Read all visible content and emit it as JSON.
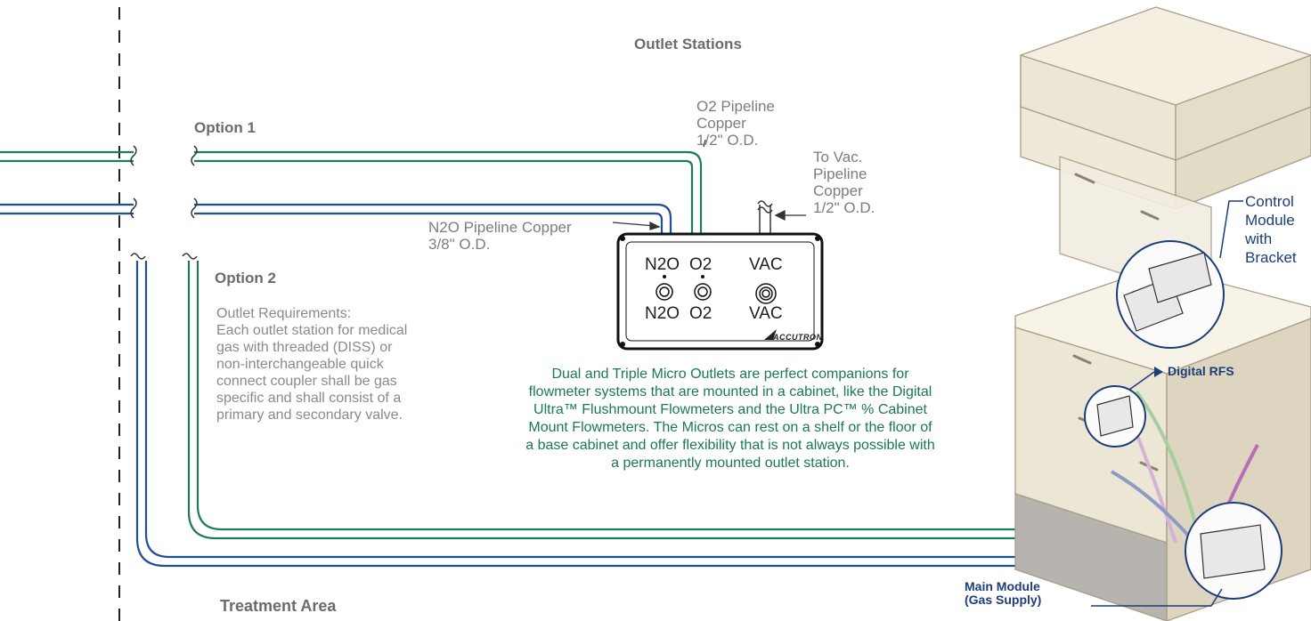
{
  "headings": {
    "outlet_stations": "Outlet Stations",
    "option1": "Option 1",
    "option2": "Option 2",
    "treatment_area": "Treatment Area"
  },
  "pipelines": {
    "o2": [
      "O2 Pipeline",
      "Copper",
      "1/2\" O.D."
    ],
    "vac": [
      "To Vac.",
      "Pipeline",
      "Copper",
      "1/2\" O.D."
    ],
    "n2o": [
      "N2O Pipeline Copper",
      "3/8\" O.D."
    ]
  },
  "outlet_box": {
    "top": [
      "N2O",
      "O2",
      "VAC"
    ],
    "bottom": [
      "N2O",
      "O2",
      "VAC"
    ],
    "brand": "ACCUTRON"
  },
  "requirements": [
    "Outlet Requirements:",
    "Each outlet station for medical",
    "gas with threaded (DISS) or",
    "non-interchangeable quick",
    "connect coupler shall be gas",
    "specific and shall consist of a",
    "primary and secondary valve."
  ],
  "description": "Dual and Triple Micro Outlets are perfect companions for flowmeter systems that are mounted in a cabinet, like the Digital Ultra™ Flushmount Flowmeters and the Ultra PC™ % Cabinet Mount Flowmeters. The Micros can rest on a shelf or the floor of a base cabinet and offer flexibility that is not always possible with a permanently mounted outlet station.",
  "callouts": {
    "control_module": [
      "Control",
      "Module",
      "with",
      "Bracket"
    ],
    "digital_rfs": "Digital RFS",
    "main_module": [
      "Main Module",
      "(Gas Supply)"
    ]
  },
  "colors": {
    "o2_line": "#1e7a5a",
    "n2o_line": "#1f4f9a",
    "callout": "#1c3d7a",
    "description_text": "#1a7a52"
  }
}
